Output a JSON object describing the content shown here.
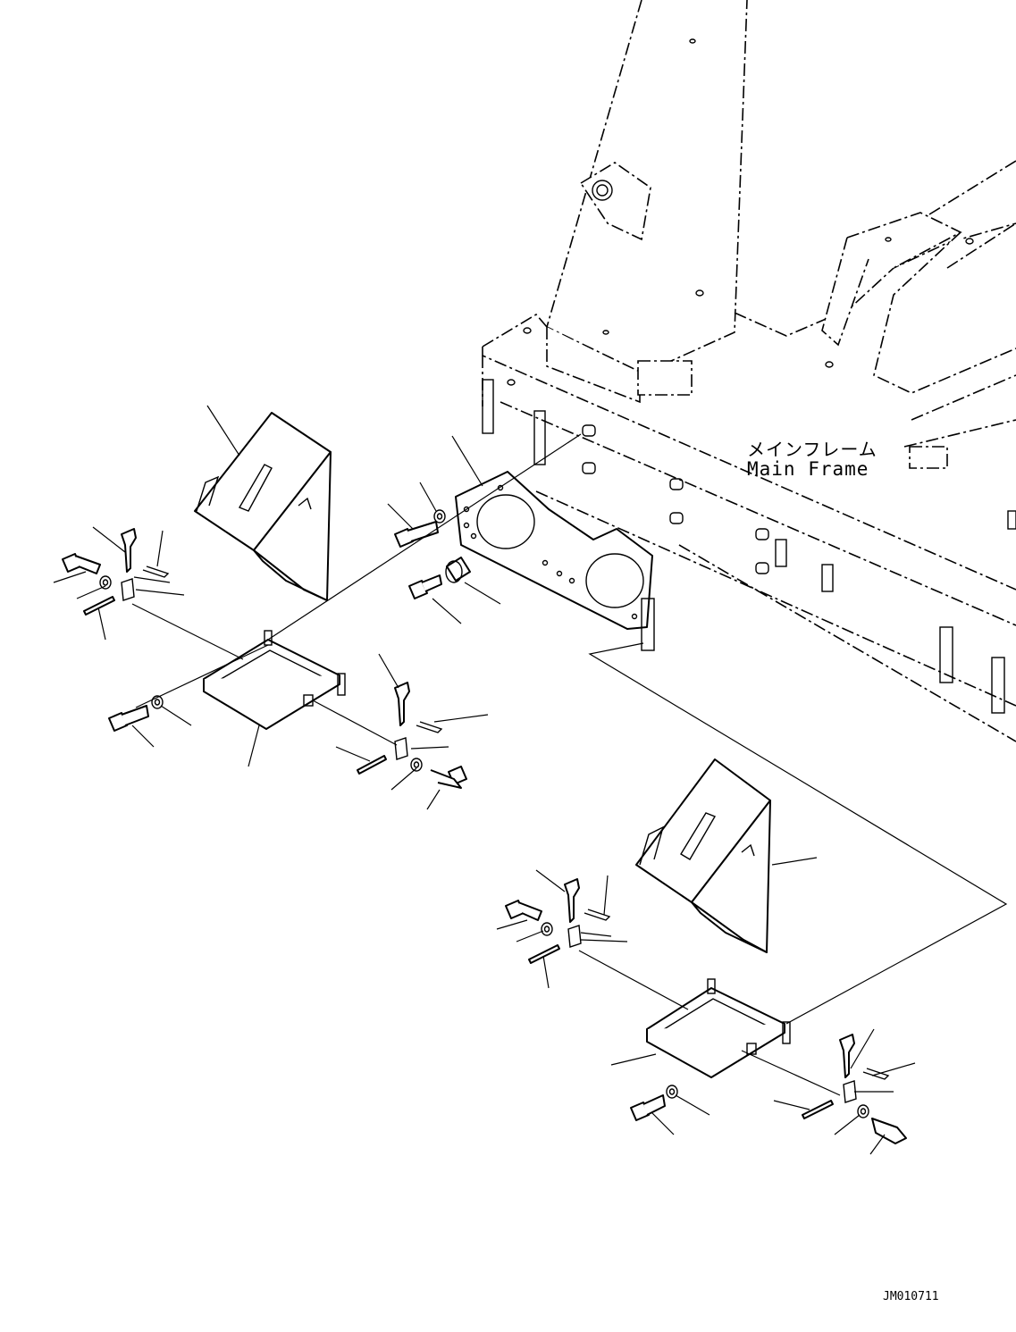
{
  "labels": {
    "main_frame_jp": "メインフレーム",
    "main_frame_en": "Main Frame",
    "drawing_code": "JM010711"
  }
}
